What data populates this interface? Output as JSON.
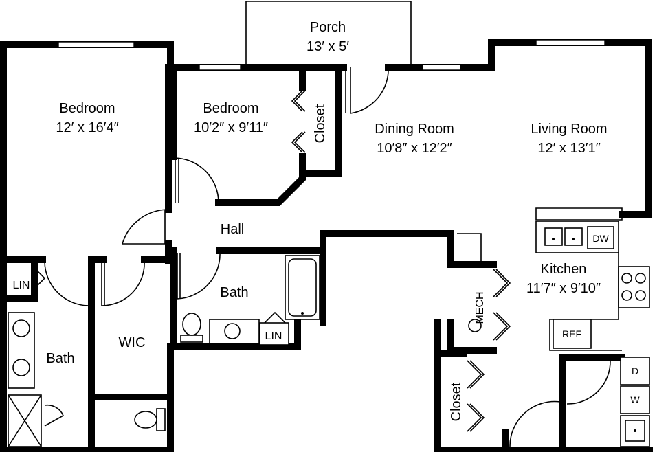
{
  "rooms": {
    "porch": {
      "name": "Porch",
      "size": "13′ x 5′"
    },
    "bedroom_1": {
      "name": "Bedroom",
      "size": "12′ x 16′4″"
    },
    "bedroom_2": {
      "name": "Bedroom",
      "size": "10′2″ x 9′11″"
    },
    "closet_bedroom": {
      "name": "Closet"
    },
    "dining_room": {
      "name": "Dining Room",
      "size": "10′8″ x 12′2″"
    },
    "living_room": {
      "name": "Living Room",
      "size": "12′ x 13′1″"
    },
    "hall": {
      "name": "Hall"
    },
    "bath_hall": {
      "name": "Bath"
    },
    "bath_master": {
      "name": "Bath"
    },
    "wic": {
      "name": "WIC"
    },
    "kitchen": {
      "name": "Kitchen",
      "size": "11′7″ x 9′10″"
    },
    "closet_lower": {
      "name": "Closet"
    }
  },
  "fixtures": {
    "lin_left": "LIN",
    "lin_bath": "LIN",
    "mech": "MECH",
    "dishwasher": "DW",
    "refrigerator": "REF",
    "dryer": "D",
    "washer": "W"
  }
}
